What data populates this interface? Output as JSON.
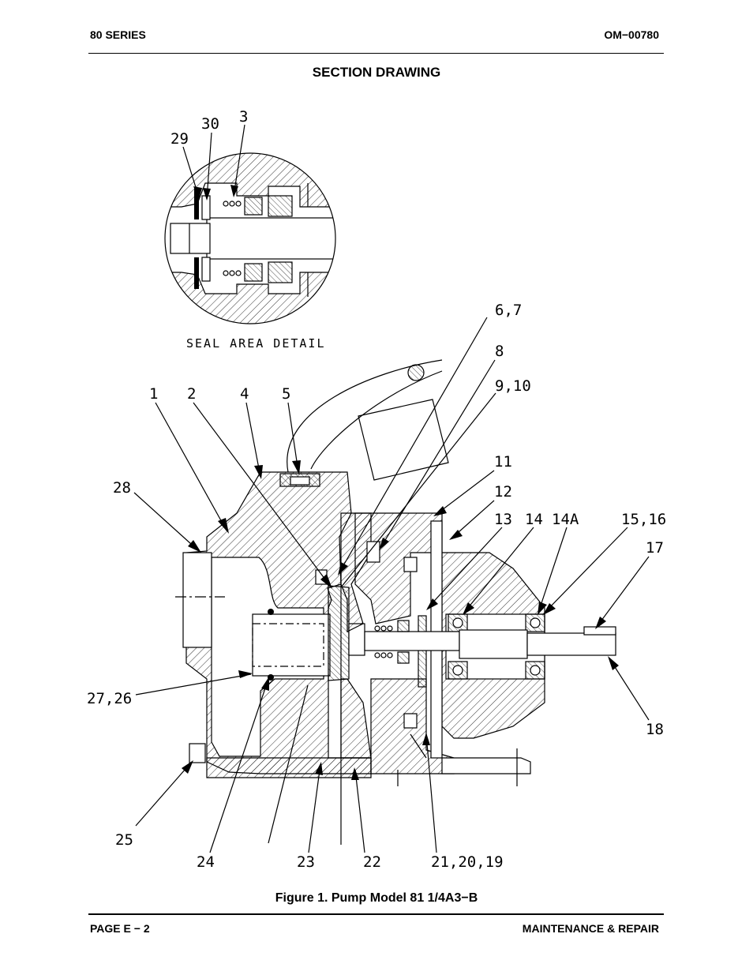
{
  "header": {
    "series": "80 SERIES",
    "doc_number": "OM−00780"
  },
  "section_title": "SECTION DRAWING",
  "detail_label": "SEAL AREA DETAIL",
  "callouts": {
    "c29": "29",
    "c30": "30",
    "c3": "3",
    "c1": "1",
    "c2": "2",
    "c4": "4",
    "c5": "5",
    "c6_7": "6,7",
    "c8": "8",
    "c9_10": "9,10",
    "c11": "11",
    "c12": "12",
    "c13": "13",
    "c14": "14",
    "c14A": "14A",
    "c15_16": "15,16",
    "c17": "17",
    "c18": "18",
    "c28": "28",
    "c27_26": "27,26",
    "c25": "25",
    "c24": "24",
    "c23": "23",
    "c22": "22",
    "c21_20_19": "21,20,19"
  },
  "caption": "Figure 1. Pump Model 81 1/4A3−B",
  "footer": {
    "page": "PAGE E − 2",
    "section": "MAINTENANCE & REPAIR"
  }
}
